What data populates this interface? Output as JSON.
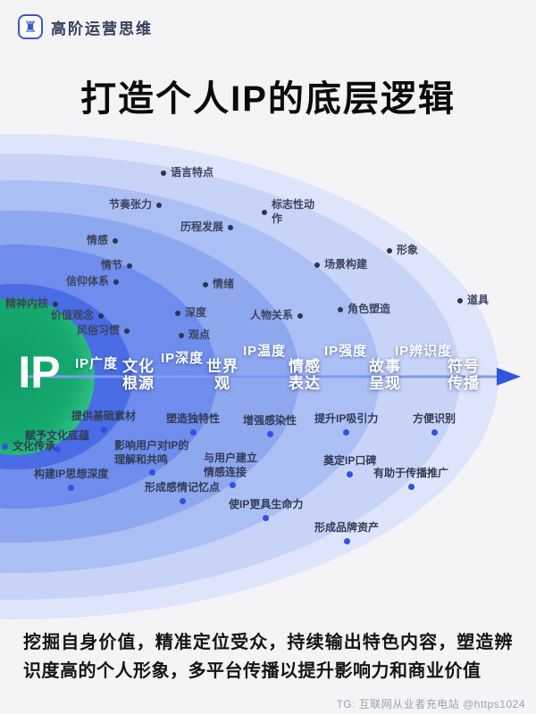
{
  "header": {
    "brand": "高阶运营思维",
    "logo_glyph": "♜"
  },
  "title": "打造个人IP的底层逻辑",
  "diagram": {
    "center": "IP",
    "axis_labels": [
      "IP广度",
      "IP深度",
      "IP温度",
      "IP强度",
      "IP辨识度"
    ],
    "nodes": [
      "文化根源",
      "世界观",
      "情感表达",
      "故事呈现",
      "符号传播"
    ],
    "top_labels": [
      "语言特点",
      "节奏张力",
      "标志性动作",
      "历程发展",
      "情感",
      "形象",
      "情节",
      "场景构建",
      "信仰体系",
      "情绪",
      "道具",
      "精神内核",
      "价值观念",
      "深度",
      "人物关系",
      "角色塑造",
      "风俗习惯",
      "观点"
    ],
    "bottom_labels": [
      "提供基础素材",
      "塑造独特性",
      "增强感染性",
      "提升IP吸引力",
      "方便识别",
      "赋予文化底蕴",
      "文化传承",
      "影响用户对IP的理解和共鸣",
      "与用户建立情感连接",
      "奠定IP口碑",
      "有助于传播推广",
      "构建IP思想深度",
      "形成感情记忆点",
      "使IP更具生命力",
      "形成品牌资产"
    ]
  },
  "colors": {
    "ring_outer": "#dee5fa",
    "ring2": "#c8d4f7",
    "ring3": "#acbff4",
    "ring4": "#8ea8f0",
    "ring5": "#6f8dec",
    "ring6": "#4a6ce5",
    "center_green": "#14aa6e",
    "arrow": "#2f55e0",
    "dot_dark": "#2c3652",
    "dot_blue": "#2d52e8",
    "brand_blue": "#3c57c9"
  },
  "summary": "挖掘自身价值，精准定位受众，持续输出特色内容，塑造辨识度高的个人形象，多平台传播以提升影响力和商业价值",
  "watermark": "TG: 互联网从业者充电站 @https1024"
}
